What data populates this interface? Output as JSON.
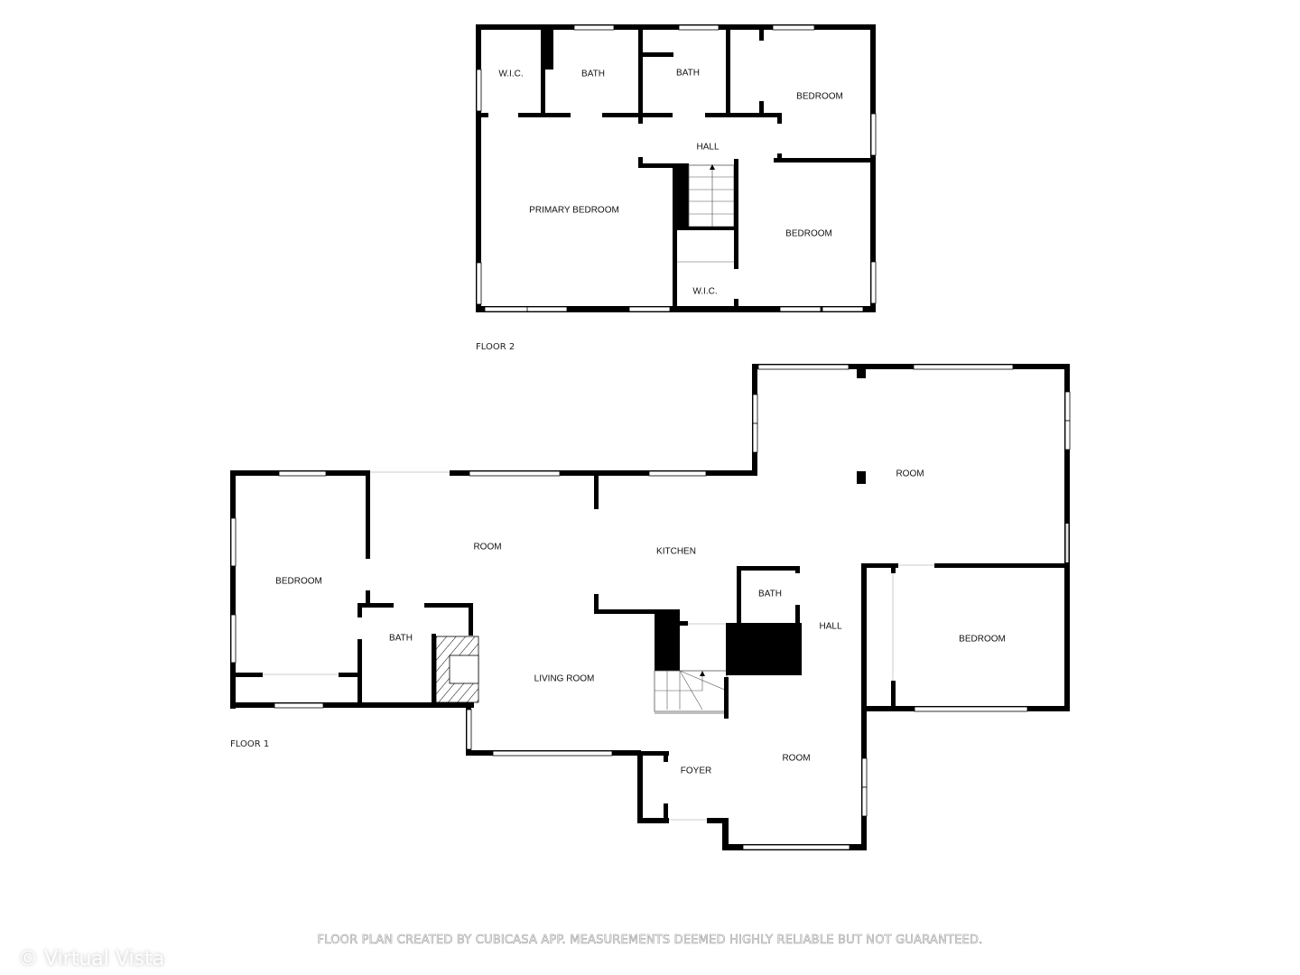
{
  "floor2": {
    "label": "FLOOR 2",
    "rooms": {
      "wic_top": "W.I.C.",
      "bath_left": "BATH",
      "bath_right": "BATH",
      "bedroom_ne": "BEDROOM",
      "hall": "HALL",
      "primary_bedroom": "PRIMARY BEDROOM",
      "bedroom_se": "BEDROOM",
      "wic_bottom": "W.I.C."
    }
  },
  "floor1": {
    "label": "FLOOR 1",
    "rooms": {
      "bedroom_west": "BEDROOM",
      "bath_west": "BATH",
      "room_north": "ROOM",
      "kitchen": "KITCHEN",
      "living_room": "LIVING ROOM",
      "room_east": "ROOM",
      "bath_center": "BATH",
      "hall": "HALL",
      "bedroom_east": "BEDROOM",
      "foyer": "FOYER",
      "room_south": "ROOM"
    }
  },
  "footer": {
    "disclaimer": "FLOOR PLAN CREATED BY CUBICASA APP. MEASUREMENTS DEEMED HIGHLY RELIABLE BUT NOT GUARANTEED.",
    "watermark": "© Virtual Vista"
  },
  "colors": {
    "wall": "#000000",
    "background": "#ffffff",
    "footer_text": "#9a9a9a"
  }
}
